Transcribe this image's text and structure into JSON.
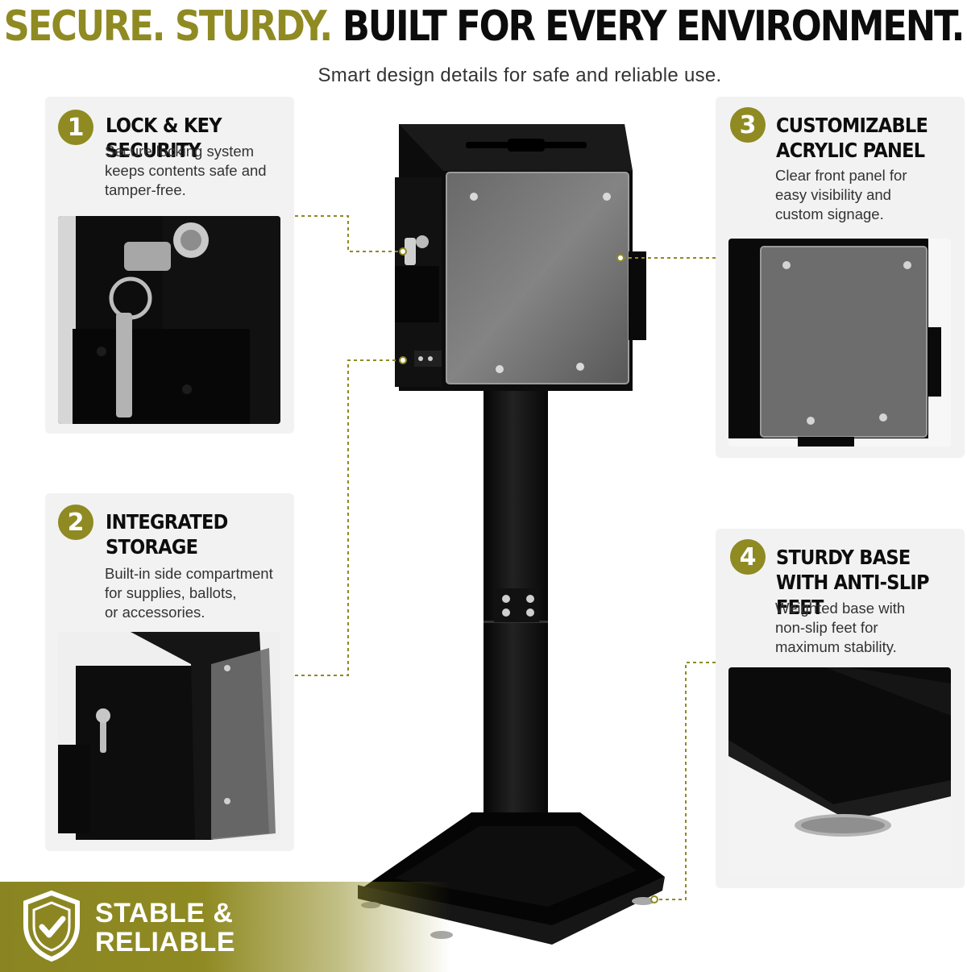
{
  "headline": {
    "green_part": "SECURE. STURDY.",
    "black_part": "BUILT FOR EVERY ENVIRONMENT."
  },
  "subtitle": "Smart design details for safe and reliable use.",
  "features": [
    {
      "number": "1",
      "title": "LOCK & KEY SECURITY",
      "description": "Secure locking system\nkeeps contents safe and\ntamper-free."
    },
    {
      "number": "2",
      "title": "INTEGRATED\nSTORAGE",
      "description": "Built-in side compartment\nfor supplies, ballots,\nor accessories."
    },
    {
      "number": "3",
      "title": "CUSTOMIZABLE\nACRYLIC PANEL",
      "description": "Clear front panel for\neasy visibility and\ncustom signage."
    },
    {
      "number": "4",
      "title": "STURDY BASE\nWITH ANTI-SLIP FEET",
      "description": "Weighted base with\nnon-slip feet for\nmaximum stability."
    }
  ],
  "footer_badge": {
    "text": "STABLE &\nRELIABLE",
    "icon": "shield-check-icon"
  },
  "colors": {
    "accent": "#8f8a22",
    "card_background": "#f2f2f2",
    "product_black": "#0c0c0c"
  }
}
